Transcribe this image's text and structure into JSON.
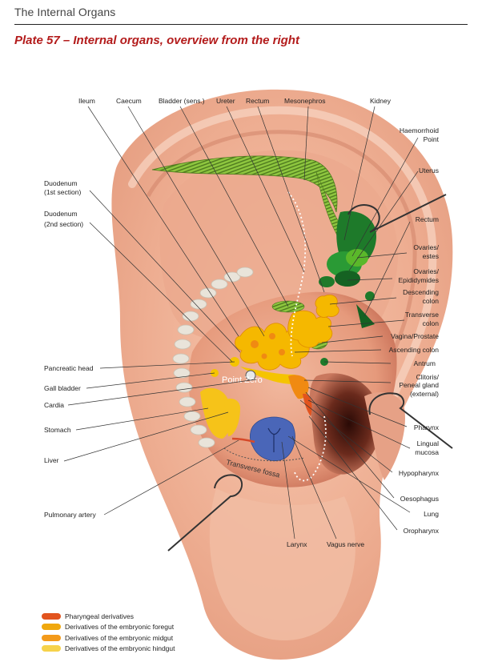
{
  "header": {
    "title": "The Internal Organs"
  },
  "plate": {
    "title": "Plate 57 – Internal organs, overview from the right"
  },
  "labels": {
    "ileum": "Ileum",
    "caecum": "Caecum",
    "bladder": "Bladder (sens.)",
    "ureter": "Ureter",
    "rectum_top": "Rectum",
    "mesonephros": "Mesonephros",
    "kidney": "Kidney",
    "haemorrhoid_1": "Haemorrhoid",
    "haemorrhoid_2": "Point",
    "uterus": "Uterus",
    "rectum_right": "Rectum",
    "ovaries1_1": "Ovaries/",
    "ovaries1_2": "estes",
    "ovaries2_1": "Ovaries/",
    "ovaries2_2": "Epididymides",
    "descending_1": "Descending",
    "descending_2": "colon",
    "transverse_1": "Transverse",
    "transverse_2": "colon",
    "vagina": "Vagina/Prostate",
    "ascending": "Ascending colon",
    "antrum": "Antrum",
    "clitoris_1": "Clitoris/",
    "clitoris_2": "Peneal gland",
    "clitoris_3": "(external)",
    "pharynx": "Pharynx",
    "lingual_1": "Lingual",
    "lingual_2": "mucosa",
    "hypopharynx": "Hypopharynx",
    "oesophagus": "Oesophagus",
    "lung": "Lung",
    "oropharynx": "Oropharynx",
    "larynx": "Larynx",
    "vagus": "Vagus nerve",
    "duodenum1_1": "Duodenum",
    "duodenum1_2": "(1st section)",
    "duodenum2_1": "Duodenum",
    "duodenum2_2": "(2nd section)",
    "pancreatic": "Pancreatic head",
    "gall": "Gall bladder",
    "cardia": "Cardia",
    "stomach": "Stomach",
    "liver": "Liver",
    "pulmonary": "Pulmonary artery",
    "point_zero": "Point Zero",
    "transverse_fossa": "Transverse fossa"
  },
  "legend": [
    {
      "label": "Pharyngeal derivatives",
      "color": "#e2541e"
    },
    {
      "label": "Derivatives of the embryonic foregut",
      "color": "#f0a80e"
    },
    {
      "label": "Derivatives of the embryonic midgut",
      "color": "#f39a1a"
    },
    {
      "label": "Derivatives of the embryonic hindgut",
      "color": "#f6d24a"
    }
  ],
  "colors": {
    "title_red": "#b31b1b",
    "skin": "#f2b49a",
    "skin_dark": "#d98a72",
    "green_dark": "#1e7a2a",
    "green_light": "#8ec63f",
    "yellow": "#f5c400",
    "orange": "#f08a12",
    "blue": "#4a66b8"
  }
}
